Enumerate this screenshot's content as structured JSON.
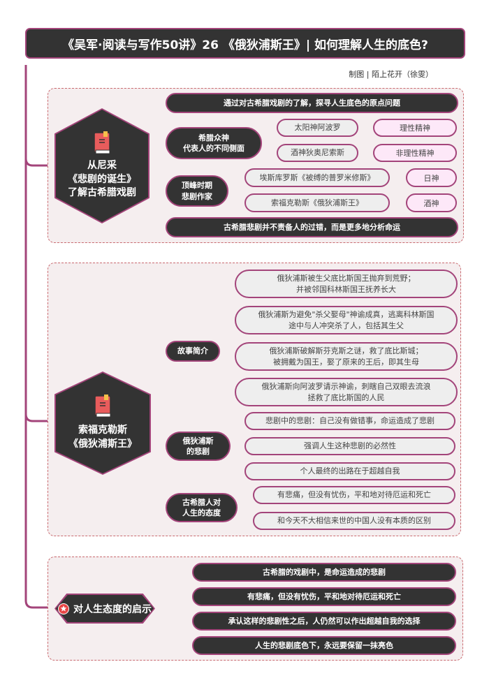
{
  "title": "《吴军·阅读与写作50讲》26 《俄狄浦斯王》| 如何理解人生的底色?",
  "credit": "制图 | 陌上花开（徐雯）",
  "colors": {
    "accent": "#a3447a",
    "dark": "#333333",
    "section_bg": "#f5eeef",
    "dash": "#c9696f",
    "pink": "#fde8f8",
    "book": "#e85c5c"
  },
  "sections": [
    {
      "label": "从尼采\n《悲剧的诞生》\n了解古希腊戏剧",
      "icon": "book-icon",
      "intro": "通过对古希腊戏剧的了解，探寻人生底色的原点问题",
      "gods": {
        "label": "希腊众神\n代表人的不同侧面",
        "items": [
          {
            "name": "太阳神阿波罗",
            "meaning": "理性精神"
          },
          {
            "name": "酒神狄奥尼索斯",
            "meaning": "非理性精神"
          }
        ]
      },
      "authors": {
        "label": "顶峰时期\n悲剧作家",
        "items": [
          {
            "name": "埃斯库罗斯《被缚的普罗米修斯》",
            "meaning": "日神"
          },
          {
            "name": "索福克勒斯《俄狄浦斯王》",
            "meaning": "酒神"
          }
        ]
      },
      "conclusion": "古希腊悲剧并不责备人的过错，而是更多地分析命运"
    },
    {
      "label": "索福克勒斯\n《俄狄浦斯王》",
      "icon": "book-icon",
      "story": {
        "label": "故事简介",
        "items": [
          "俄狄浦斯被生父底比斯国王抛弃到荒野；\n并被邻国科林斯国王抚养长大",
          "俄狄浦斯为避免\"杀父娶母\"神谕成真，逃离科林斯国\n途中与人冲突杀了人，包括其生父",
          "俄狄浦斯破解斯芬克斯之谜，救了底比斯城；\n被拥戴为国王，娶了原来的王后，即其生母",
          "俄狄浦斯向阿波罗请示神谕，刺瞎自己双眼去流浪\n拯救了底比斯国的人民"
        ]
      },
      "tragedy": {
        "label": "俄狄浦斯\n的悲剧",
        "items": [
          "悲剧中的悲剧：自己没有做错事，命运造成了悲剧",
          "强调人生这种悲剧的必然性",
          "个人最终的出路在于超越自我"
        ]
      },
      "attitude": {
        "label": "古希腊人对\n人生的态度",
        "items": [
          "有悲痛，但没有忧伤，平和地对待厄运和死亡",
          "和今天不大相信来世的中国人没有本质的区别"
        ]
      }
    },
    {
      "label": "对人生态度的启示",
      "icon": "star-icon",
      "items": [
        "古希腊的戏剧中，是命运造成的悲剧",
        "有悲痛，但没有忧伤，平和地对待厄运和死亡",
        "承认这样的悲剧性之后，人仍然可以作出超越自我的选择",
        "人生的悲剧底色下，永远要保留一抹亮色"
      ]
    }
  ]
}
